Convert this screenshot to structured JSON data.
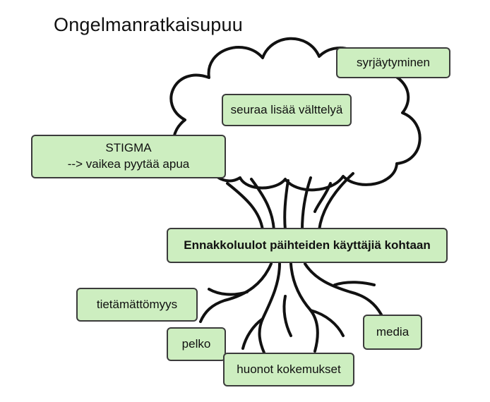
{
  "title": "Ongelmanratkaisupuu",
  "colors": {
    "box_fill": "#cdeec0",
    "box_border": "#3b3b3b",
    "tree_outline": "#111111"
  },
  "canopy_boxes": {
    "syrjaytyminen": "syrjäytyminen",
    "valttely": "seuraa lisää välttelyä",
    "stigma_line1": "STIGMA",
    "stigma_line2": "--> vaikea pyytää apua"
  },
  "trunk_box": "Ennakkoluulot päihteiden käyttäjiä kohtaan",
  "root_boxes": {
    "tietamattomyys": "tietämättömyys",
    "media": "media",
    "pelko": "pelko",
    "huonot_kokemukset": "huonot kokemukset"
  }
}
